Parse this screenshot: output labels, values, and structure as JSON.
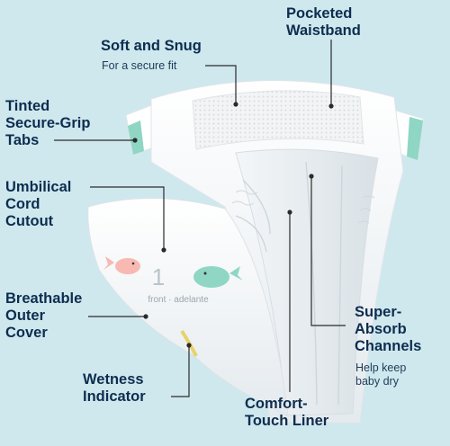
{
  "background_color": "#cfe8ee",
  "text_color": "#0d2d4f",
  "leader_line_color": "#2a2a2a",
  "labels": {
    "pocketed_waistband": "Pocketed\nWaistband",
    "soft_and_snug": "Soft and Snug",
    "soft_and_snug_sub": "For a secure fit",
    "tinted_tabs": "Tinted\nSecure-Grip\nTabs",
    "umbilical": "Umbilical\nCord\nCutout",
    "breathable": "Breathable\nOuter\nCover",
    "wetness": "Wetness\nIndicator",
    "comfort": "Comfort-\nTouch Liner",
    "super_absorb": "Super-\nAbsorb\nChannels",
    "super_absorb_sub": "Help keep\nbaby dry"
  },
  "diaper_print": {
    "size_number": "1",
    "caption": "front · adelante"
  },
  "icons": [
    "whale-icon",
    "whale-icon"
  ]
}
